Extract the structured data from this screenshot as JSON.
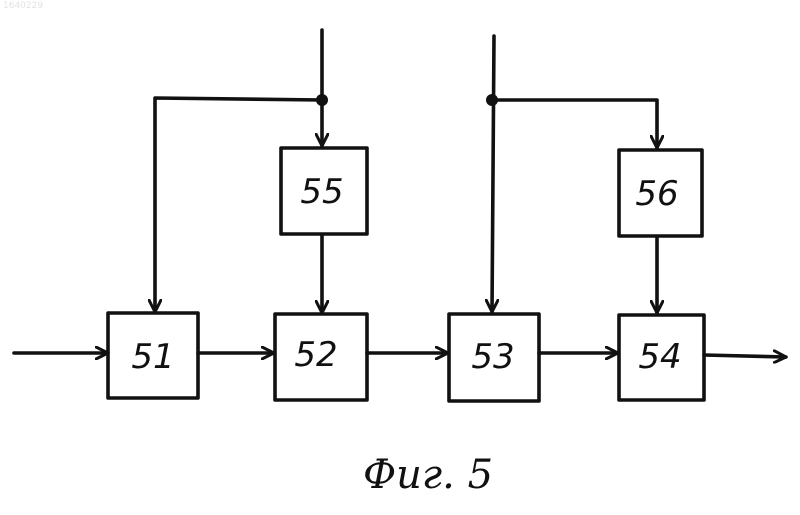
{
  "watermark": "1640229",
  "blocks": {
    "b51": "51",
    "b52": "52",
    "b53": "53",
    "b54": "54",
    "b55": "55",
    "b56": "56"
  },
  "caption": "Фиг. 5"
}
